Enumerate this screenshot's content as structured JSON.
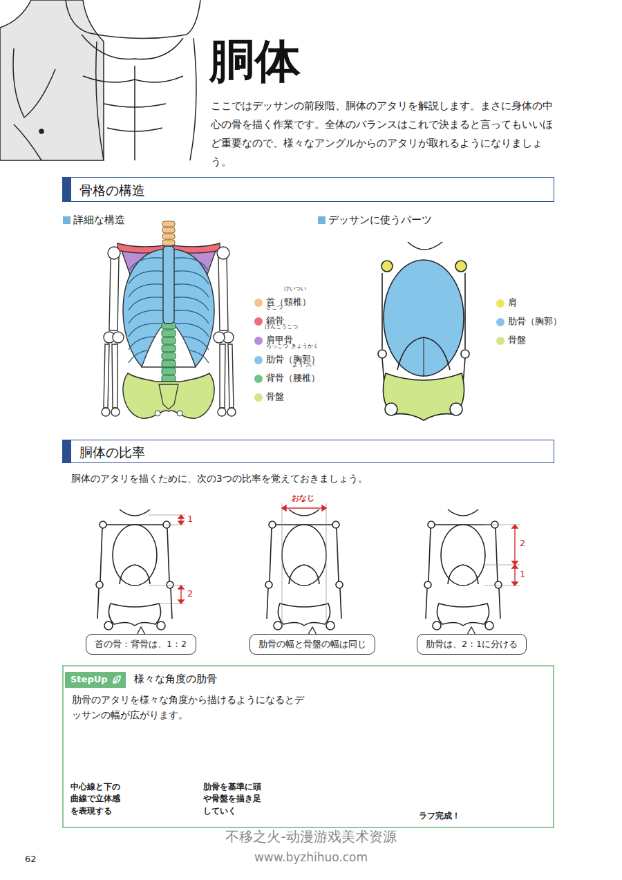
{
  "diagram": {
    "title": "胴体",
    "nodes": [
      {
        "text": [
          "骨格の構造"
        ]
      },
      {
        "text": [
          "胴体の比率"
        ]
      },
      {
        "text": [
          "首の骨：背骨は、1：2"
        ]
      },
      {
        "text": [
          "肋骨の幅と骨盤の幅は同じ"
        ]
      },
      {
        "text": [
          "肋骨は、2：1に分ける"
        ]
      },
      {
        "text": [
          "StepUp",
          "様々な角度の肋骨",
          "肋骨のアタリを様々な角度から描けるようになるとデッサンの幅が広がります。"
        ]
      }
    ],
    "labels": [
      "ここではデッサンの前段階、胴体のアタリを解説します。まさに身体の中心の骨を描く作業です。全体のバランスはこれで決まると言ってもいいほど重要なので、様々なアングルからのアタリが取れるようになりましょう。",
      "詳細な構造",
      "デッサンに使うパーツ",
      "けいつい",
      "さこつ",
      "けんこうこつ",
      "ろっこつ",
      "きょうかく",
      "ようつい",
      "胴体のアタリを描くために、次の3つの比率を覚えておきましょう。",
      "1",
      "2",
      "おなじ",
      "2",
      "1",
      "中心線と下の曲線で立体感を表現する",
      "肋骨を基準に頭や骨盤を描き足していく",
      "ラフ完成！",
      "62",
      "不移之火-动漫游戏美术资源",
      "www.byzhihuo.com"
    ],
    "legend": [
      {
        "text": "首（頸椎）",
        "color": "#f5c48a"
      },
      {
        "text": "鎖骨",
        "color": "#f06a7a"
      },
      {
        "text": "肩甲骨",
        "color": "#b98ed6"
      },
      {
        "text": "肋骨（胸郭）",
        "color": "#86c5ea"
      },
      {
        "text": "背骨（腰椎）",
        "color": "#6ec28a"
      },
      {
        "text": "骨盤",
        "color": "#cfe68a"
      },
      {
        "text": "肩",
        "color": "#e8e85a"
      },
      {
        "text": "肋骨（胸郭）",
        "color": "#86c5ea"
      },
      {
        "text": "骨盤",
        "color": "#cfe68a"
      }
    ]
  }
}
